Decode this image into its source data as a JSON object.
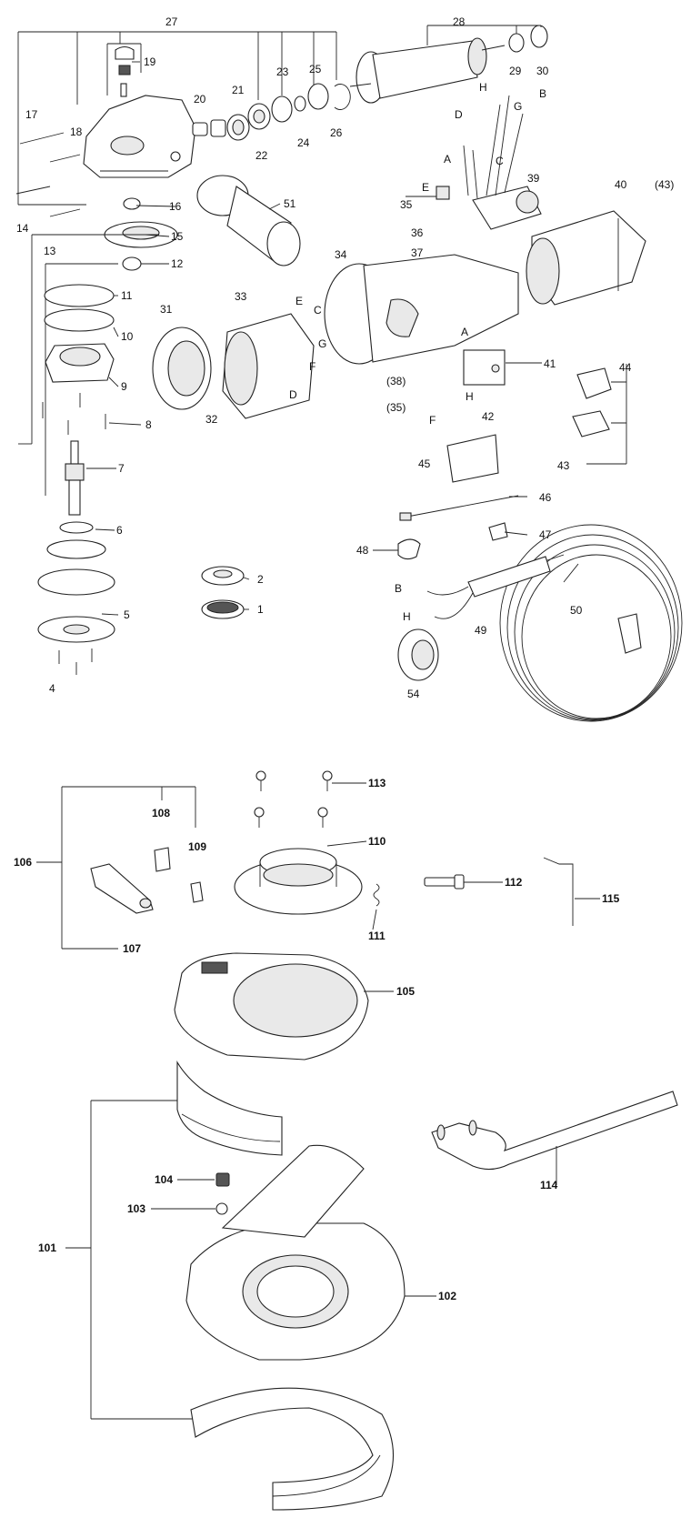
{
  "labels_top": [
    "1",
    "2",
    "4",
    "5",
    "6",
    "7",
    "8",
    "9",
    "10",
    "11",
    "12",
    "13",
    "14",
    "15",
    "16",
    "17",
    "18",
    "19",
    "20",
    "21",
    "22",
    "23",
    "24",
    "25",
    "26",
    "27",
    "28",
    "29",
    "30",
    "31",
    "32",
    "33",
    "34",
    "35",
    "36",
    "37",
    "39",
    "40",
    "41",
    "42",
    "43",
    "44",
    "45",
    "46",
    "47",
    "48",
    "49",
    "50",
    "51",
    "54",
    "(35)",
    "(38)",
    "(43)"
  ],
  "wire_letters": [
    "A",
    "B",
    "C",
    "D",
    "E",
    "F",
    "G",
    "H"
  ],
  "labels_bottom": [
    "101",
    "102",
    "103",
    "104",
    "105",
    "106",
    "107",
    "108",
    "109",
    "110",
    "111",
    "112",
    "113",
    "114",
    "115"
  ]
}
